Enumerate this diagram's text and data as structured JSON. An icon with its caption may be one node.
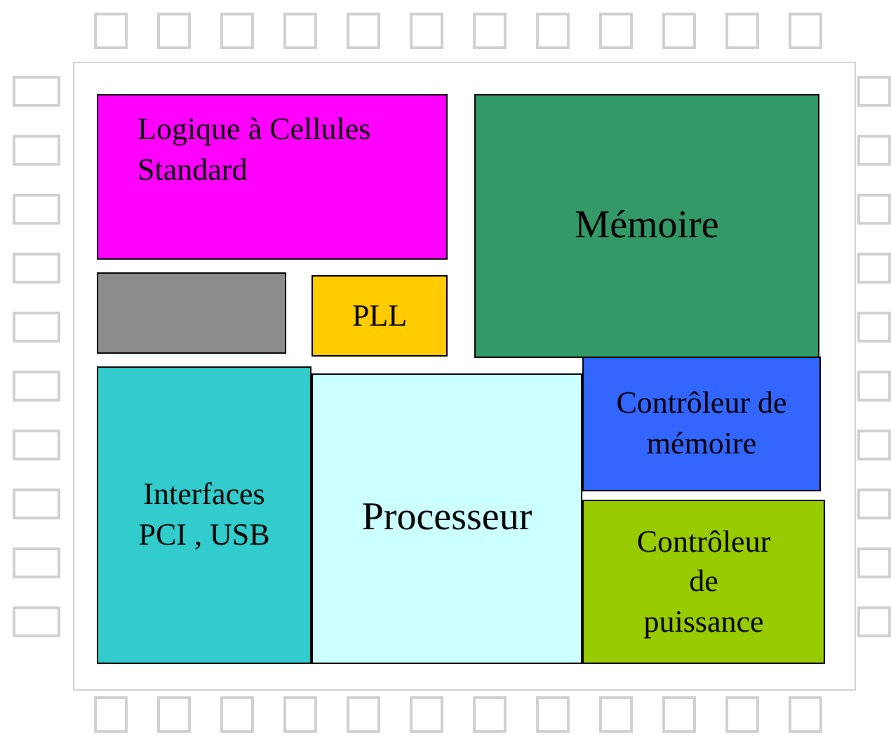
{
  "diagram": {
    "nodes": [
      {
        "text": [],
        "shape": "box"
      },
      {
        "text": [
          "Logique à Cellules Standard"
        ],
        "in": 0
      },
      {
        "text": [
          "Mémoire"
        ],
        "in": 0
      },
      {
        "text": [],
        "shape": "box",
        "in": 0
      },
      {
        "text": [
          "PLL"
        ],
        "in": 0
      },
      {
        "text": [
          "Interfaces PCI , USB"
        ],
        "in": 0
      },
      {
        "text": [
          "Processeur"
        ],
        "in": 0
      },
      {
        "text": [
          "Contrôleur de mémoire"
        ],
        "in": 0
      },
      {
        "text": [
          "Contrôleur de puissance"
        ],
        "in": 0
      }
    ]
  }
}
